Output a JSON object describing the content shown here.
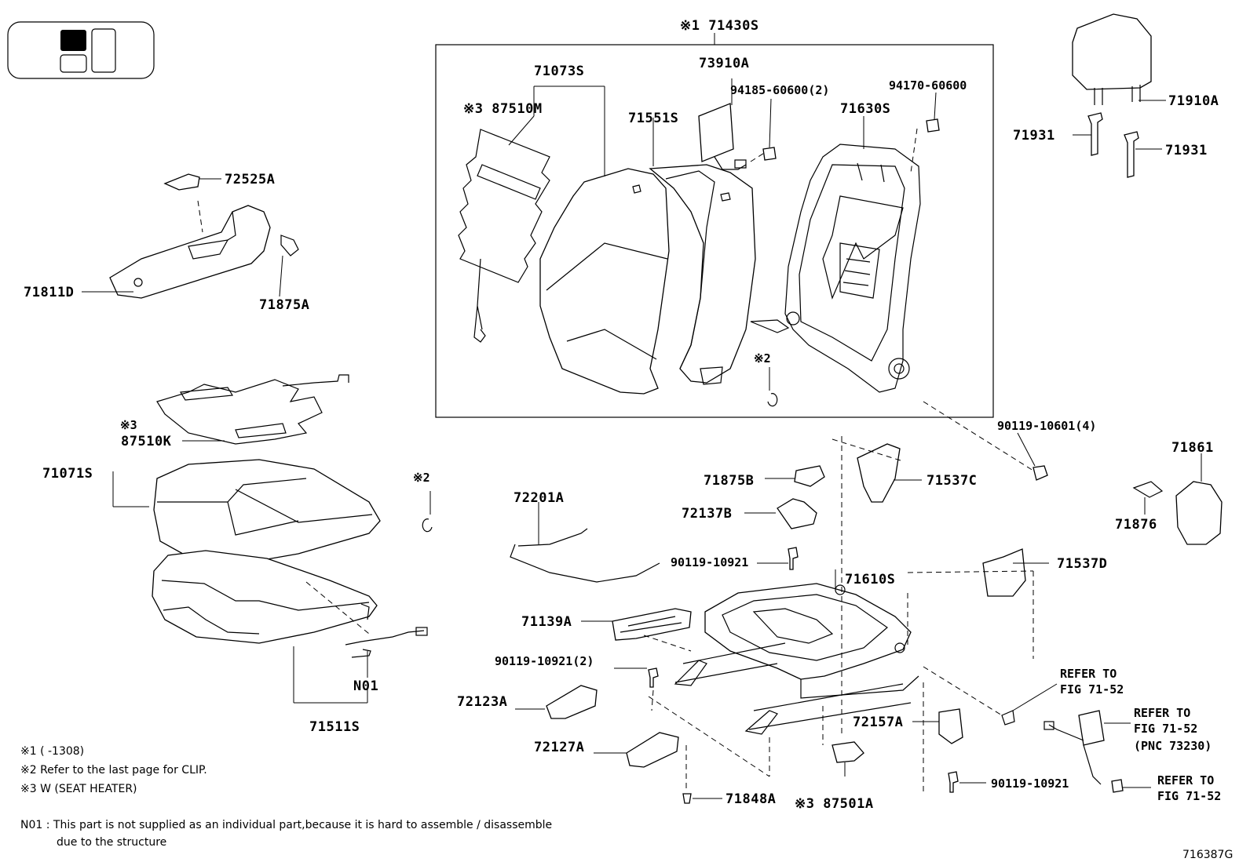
{
  "labels": {
    "p71430S": "※1 71430S",
    "p71073S": "71073S",
    "p87510M": "※3 87510M",
    "p71551S": "71551S",
    "p73910A": "73910A",
    "p94185": "94185-60600(2)",
    "p94170": "94170-60600",
    "p71630S": "71630S",
    "p72525A": "72525A",
    "p71811D": "71811D",
    "p71875A": "71875A",
    "p71910A": "71910A",
    "p71931a": "71931",
    "p71931b": "71931",
    "mark3_cushion": "※3",
    "p87510K": "87510K",
    "p71071S": "71071S",
    "mark2_left": "※2",
    "mark2_mid": "※2",
    "p90119_10601": "90119-10601(4)",
    "p71861": "71861",
    "p71876": "71876",
    "p72201A": "72201A",
    "p71875B": "71875B",
    "p71537C": "71537C",
    "p72137B": "72137B",
    "p90119_10921_a": "90119-10921",
    "p71537D": "71537D",
    "p71610S": "71610S",
    "p71139A": "71139A",
    "p90119_10921_2": "90119-10921(2)",
    "pN01": "N01",
    "p72123A": "72123A",
    "p71511S": "71511S",
    "p72127A": "72127A",
    "p72157A": "72157A",
    "p90119_10921_b": "90119-10921",
    "p71848A": "71848A",
    "p87501A": "※3 87501A",
    "ref1_a": "REFER TO",
    "ref1_b": "FIG 71-52",
    "ref2_a": "REFER TO",
    "ref2_b": "FIG 71-52",
    "ref2_c": "(PNC 73230)",
    "ref3_a": "REFER TO",
    "ref3_b": "FIG 71-52"
  },
  "notes": {
    "n1": "※1 (      -1308)",
    "n2": "※2 Refer to the last page for CLIP.",
    "n3": "※3 W (SEAT HEATER)",
    "n01_a": "N01 :  This part is not supplied as an individual part,because it is hard to assemble / disassemble",
    "n01_b": "due to the structure"
  },
  "figure_id": "716387G",
  "seat_icon": "front-seat-position-icon"
}
